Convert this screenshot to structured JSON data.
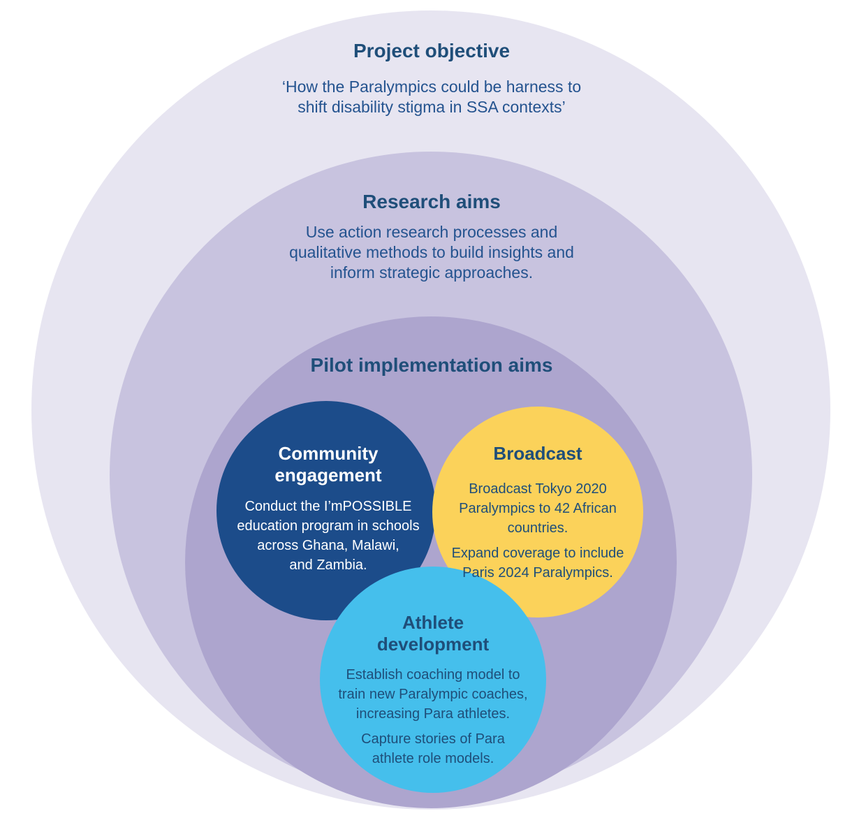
{
  "diagram": {
    "rings": {
      "project": {
        "title": "Project objective",
        "lines": [
          "‘How the Paralympics could be harness to",
          "shift disability stigma in SSA contexts’"
        ]
      },
      "research": {
        "title": "Research aims",
        "lines": [
          "Use action research processes and",
          "qualitative methods to build insights and",
          "inform strategic approaches."
        ]
      },
      "pilot": {
        "title": "Pilot implementation aims"
      }
    },
    "circles": {
      "community": {
        "title_lines": [
          "Community",
          "engagement"
        ],
        "body_lines": [
          "Conduct the I’mPOSSIBLE",
          "education program in schools",
          "across Ghana, Malawi,",
          "and Zambia."
        ]
      },
      "broadcast": {
        "title": "Broadcast",
        "para1_lines": [
          "Broadcast Tokyo 2020",
          "Paralympics to 42 African",
          "countries."
        ],
        "para2_lines": [
          "Expand coverage to include",
          "Paris 2024 Paralympics."
        ]
      },
      "athlete": {
        "title_lines": [
          "Athlete",
          "development"
        ],
        "para1_lines": [
          "Establish coaching model to",
          "train new Paralympic coaches,",
          "increasing Para athletes."
        ],
        "para2_lines": [
          "Capture stories of Para",
          "athlete role models."
        ]
      }
    },
    "colors": {
      "project_ring": "#E7E5F1",
      "research_ring": "#C8C3DF",
      "pilot_ring": "#ADA5CE",
      "community_circle": "#1C4C8A",
      "broadcast_circle": "#FBD25A",
      "athlete_circle": "#45BFEC",
      "heading_text": "#1F4E79",
      "body_text": "#24538F",
      "community_text": "#FFFFFF"
    }
  }
}
